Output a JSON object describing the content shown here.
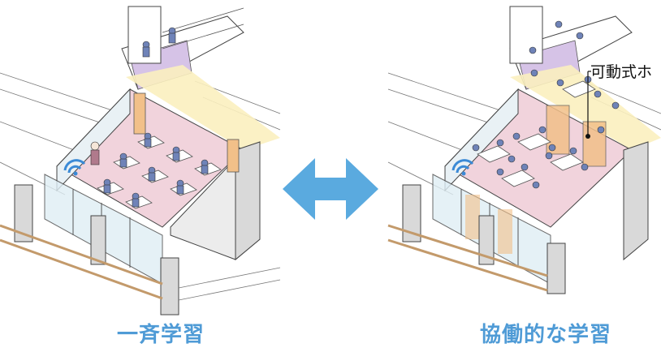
{
  "captions": {
    "left": "一斉学習",
    "right": "協働的な学習"
  },
  "callout": {
    "label": "可動式ホ"
  },
  "colors": {
    "caption_blue": "#4f9bd6",
    "arrow_blue": "#5aaadf",
    "floor_pink": "#f1d3dc",
    "corridor_yellow": "#fbefbf",
    "door_orange": "#f2c089",
    "purple_path": "#d6c3e7",
    "student_blue": "#6f83b8",
    "wall_gray": "#d9d9d9",
    "wifi_blue": "#3b8ad6"
  },
  "icons": {
    "swap": "double-arrow-icon",
    "wireless": "wifi-icon"
  }
}
